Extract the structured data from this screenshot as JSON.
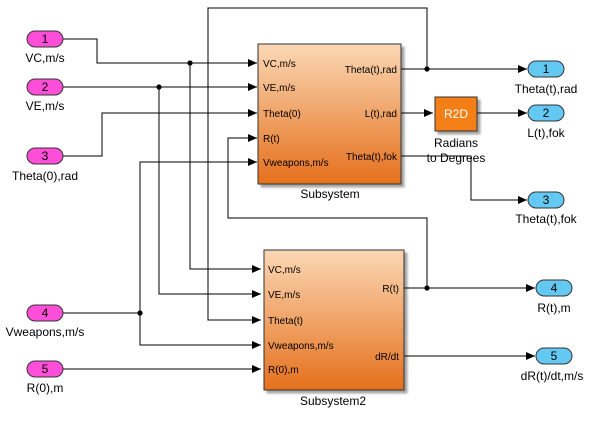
{
  "inports": [
    {
      "num": "1",
      "label": "VC,m/s"
    },
    {
      "num": "2",
      "label": "VE,m/s"
    },
    {
      "num": "3",
      "label": "Theta(0),rad"
    },
    {
      "num": "4",
      "label": "Vweapons,m/s"
    },
    {
      "num": "5",
      "label": "R(0),m"
    }
  ],
  "outports": [
    {
      "num": "1",
      "label": "Theta(t),rad"
    },
    {
      "num": "2",
      "label": "L(t),fok"
    },
    {
      "num": "3",
      "label": "Theta(t),fok"
    },
    {
      "num": "4",
      "label": "R(t),m"
    },
    {
      "num": "5",
      "label": "dR(t)/dt,m/s"
    }
  ],
  "subsystem1": {
    "name": "Subsystem",
    "inputs": [
      "VC,m/s",
      "VE,m/s",
      "Theta(0)",
      "R(t)",
      "Vweapons,m/s"
    ],
    "outputs": [
      "Theta(t),rad",
      "L(t),rad",
      "Theta(t),fok"
    ]
  },
  "subsystem2": {
    "name": "Subsystem2",
    "inputs": [
      "VC,m/s",
      "VE,m/s",
      "Theta(t)",
      "Vweapons,m/s",
      "R(0),m"
    ],
    "outputs": [
      "R(t)",
      "dR/dt"
    ]
  },
  "r2d": {
    "text": "R2D",
    "label_line1": "Radians",
    "label_line2": "to Degrees"
  },
  "colors": {
    "inport_fill": "#ff4fd8",
    "outport_fill": "#63c8f2",
    "subsystem_top": "#fbd7b4",
    "subsystem_bottom": "#e5701c",
    "r2d_fill": "#f47f12"
  }
}
